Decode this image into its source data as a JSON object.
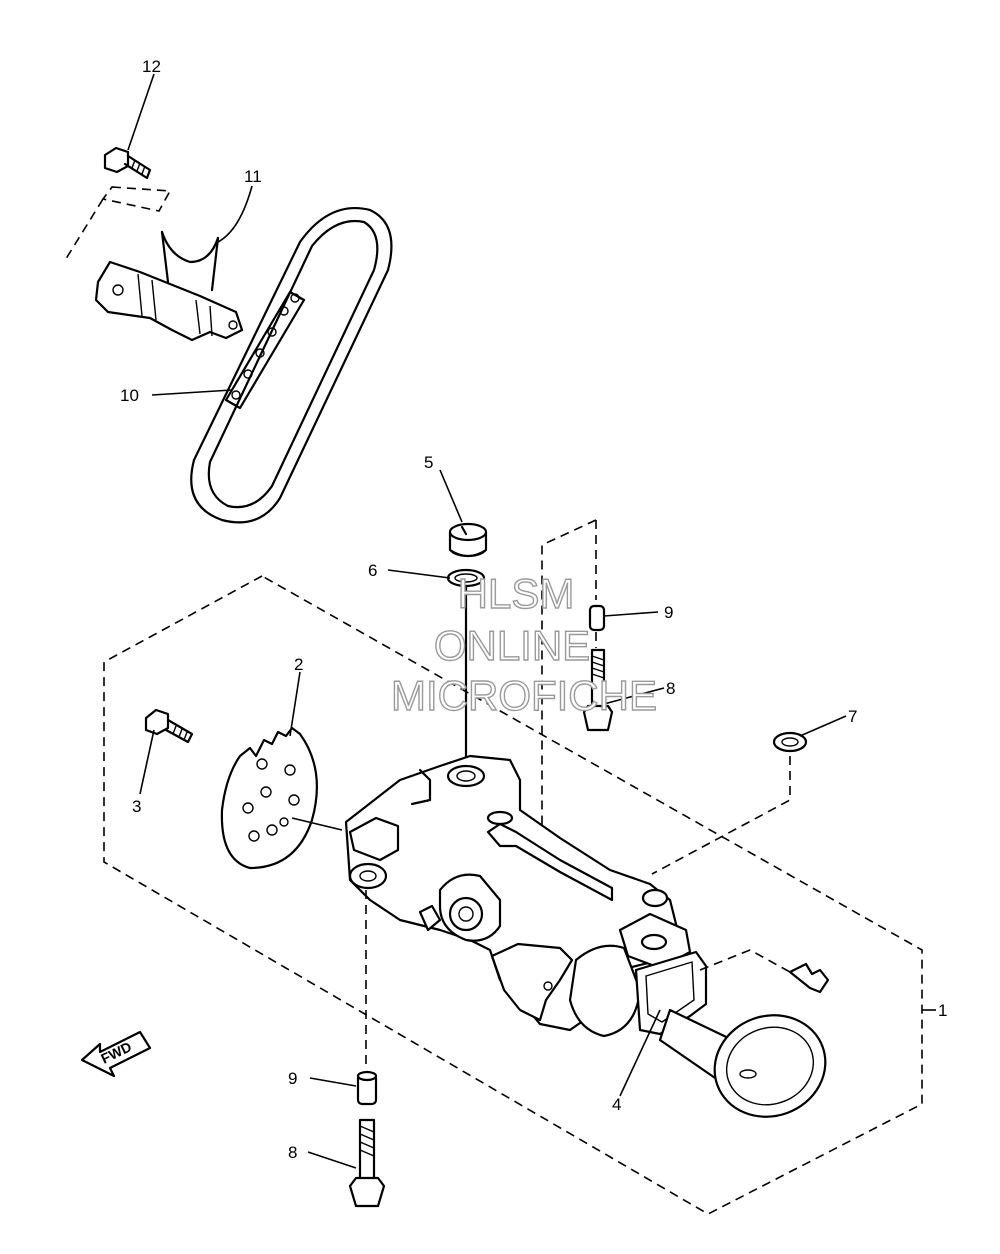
{
  "diagram": {
    "callouts": [
      {
        "id": "c12",
        "label": "12"
      },
      {
        "id": "c11",
        "label": "11"
      },
      {
        "id": "c10",
        "label": "10"
      },
      {
        "id": "c5",
        "label": "5"
      },
      {
        "id": "c6",
        "label": "6"
      },
      {
        "id": "c9a",
        "label": "9"
      },
      {
        "id": "c8a",
        "label": "8"
      },
      {
        "id": "c7",
        "label": "7"
      },
      {
        "id": "c2",
        "label": "2"
      },
      {
        "id": "c3",
        "label": "3"
      },
      {
        "id": "c1",
        "label": "1"
      },
      {
        "id": "c4",
        "label": "4"
      },
      {
        "id": "c9b",
        "label": "9"
      },
      {
        "id": "c8b",
        "label": "8"
      }
    ],
    "direction_arrow": "FWD",
    "watermark": {
      "line1": "HLSM",
      "line2": "ONLINE",
      "line3": "MICROFICHE"
    }
  }
}
